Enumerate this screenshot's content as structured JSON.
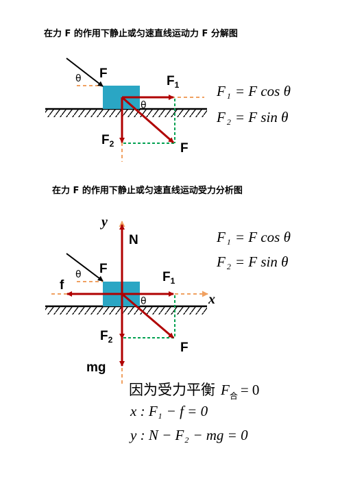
{
  "diagram1": {
    "title": "在力 F 的作用下静止或匀速直线运动力 F 分解图",
    "labels": {
      "F": "F",
      "F1": "F",
      "F1_sub": "1",
      "F2": "F",
      "F2_sub": "2",
      "F_result": "F",
      "theta_top": "θ",
      "theta_inner": "θ"
    },
    "equations": [
      {
        "lhs": "F",
        "sub": "1",
        "rhs": "= F cos θ"
      },
      {
        "lhs": "F",
        "sub": "2",
        "rhs": "= F sin θ"
      }
    ]
  },
  "diagram2": {
    "title": "在力 F 的作用下静止或匀速直线运动受力分析图",
    "labels": {
      "y": "y",
      "x": "x",
      "N": "N",
      "f": "f",
      "F": "F",
      "F1": "F",
      "F1_sub": "1",
      "F2": "F",
      "F2_sub": "2",
      "F_result": "F",
      "mg": "mg",
      "theta_top": "θ",
      "theta_inner": "θ"
    },
    "equations": [
      {
        "lhs": "F",
        "sub": "1",
        "rhs": "= F cos θ"
      },
      {
        "lhs": "F",
        "sub": "2",
        "rhs": "= F sin θ"
      }
    ],
    "balance": {
      "intro": "因为受力平衡",
      "intro_var": "F",
      "intro_sub": "合",
      "intro_rhs": "= 0",
      "x_eq_pre": "x : F",
      "x_eq_sub": "1",
      "x_eq_post": "− f = 0",
      "y_eq_pre": "y : N − F",
      "y_eq_sub": "2",
      "y_eq_post": "− mg = 0"
    }
  },
  "colors": {
    "force": "#b00000",
    "dashed_orange": "#f0a060",
    "dashed_green": "#00a050",
    "block": "#2aa6c4",
    "ground": "#000000"
  }
}
